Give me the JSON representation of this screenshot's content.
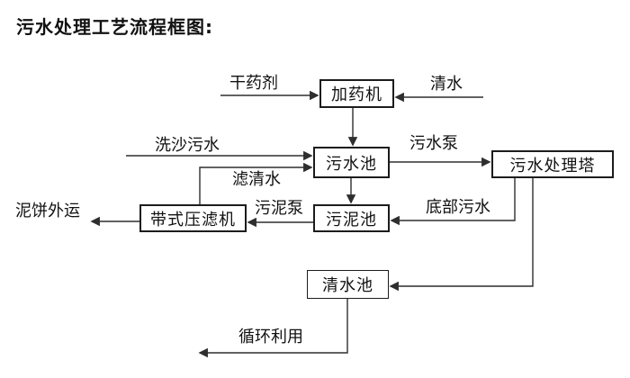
{
  "title": "污水处理工艺流程框图:",
  "diagram": {
    "nodes": [
      {
        "id": "dosing-machine",
        "label": "加药机"
      },
      {
        "id": "sewage-pool",
        "label": "污水池"
      },
      {
        "id": "sewage-treatment-tower",
        "label": "污水处理塔"
      },
      {
        "id": "sludge-pool",
        "label": "污泥池"
      },
      {
        "id": "belt-filter-press",
        "label": "带式压滤机"
      },
      {
        "id": "clean-water-pool",
        "label": "清水池"
      }
    ],
    "edge_labels": [
      {
        "id": "dry-chemical",
        "label": "干药剂"
      },
      {
        "id": "clean-water",
        "label": "清水"
      },
      {
        "id": "sand-washing-sewage",
        "label": "洗沙污水"
      },
      {
        "id": "sewage-pump",
        "label": "污水泵"
      },
      {
        "id": "filtered-water",
        "label": "滤清水"
      },
      {
        "id": "sludge-pump",
        "label": "污泥泵"
      },
      {
        "id": "bottom-sewage",
        "label": "底部污水"
      },
      {
        "id": "mud-cake-shipped-out",
        "label": "泥饼外运"
      },
      {
        "id": "recycling",
        "label": "循环利用"
      }
    ],
    "colors": {
      "line": "#2e2e2e",
      "box_border": "#1c1c1c",
      "text": "#111111",
      "background": "#ffffff"
    }
  }
}
